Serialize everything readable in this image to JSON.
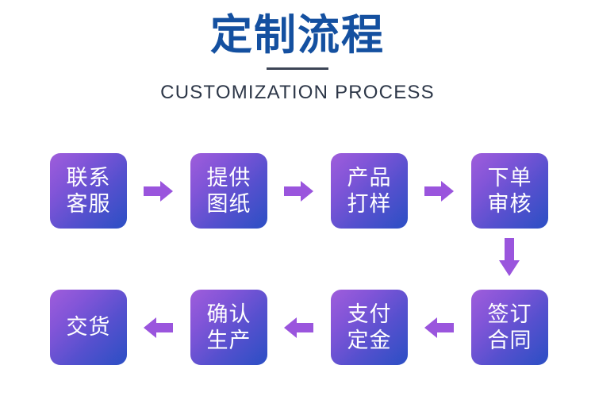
{
  "header": {
    "title_cn": "定制流程",
    "subtitle_en": "CUSTOMIZATION PROCESS",
    "title_color": "#1450a0",
    "subtitle_color": "#2d3748",
    "divider_color": "#3d4556"
  },
  "theme": {
    "background": "#ffffff",
    "box_gradient_start": "#9f5ddb",
    "box_gradient_end": "#2b4fc4",
    "box_text_color": "#ffffff",
    "arrow_color": "#9a55dd"
  },
  "flow": {
    "row1": {
      "direction": "left-to-right",
      "steps": [
        {
          "index": 1,
          "line1": "联系",
          "line2": "客服"
        },
        {
          "index": 2,
          "line1": "提供",
          "line2": "图纸"
        },
        {
          "index": 3,
          "line1": "产品",
          "line2": "打样"
        },
        {
          "index": 4,
          "line1": "下单",
          "line2": "审核"
        }
      ],
      "connectors": [
        {
          "icon": "arrow-right-icon"
        },
        {
          "icon": "arrow-right-icon"
        },
        {
          "icon": "arrow-right-icon"
        }
      ]
    },
    "row_connector": {
      "icon": "arrow-down-icon"
    },
    "row2": {
      "direction": "right-to-left",
      "steps": [
        {
          "index": 8,
          "line1": "交货",
          "line2": ""
        },
        {
          "index": 7,
          "line1": "确认",
          "line2": "生产"
        },
        {
          "index": 6,
          "line1": "支付",
          "line2": "定金"
        },
        {
          "index": 5,
          "line1": "签订",
          "line2": "合同"
        }
      ],
      "connectors": [
        {
          "icon": "arrow-left-icon"
        },
        {
          "icon": "arrow-left-icon"
        },
        {
          "icon": "arrow-left-icon"
        }
      ]
    }
  }
}
